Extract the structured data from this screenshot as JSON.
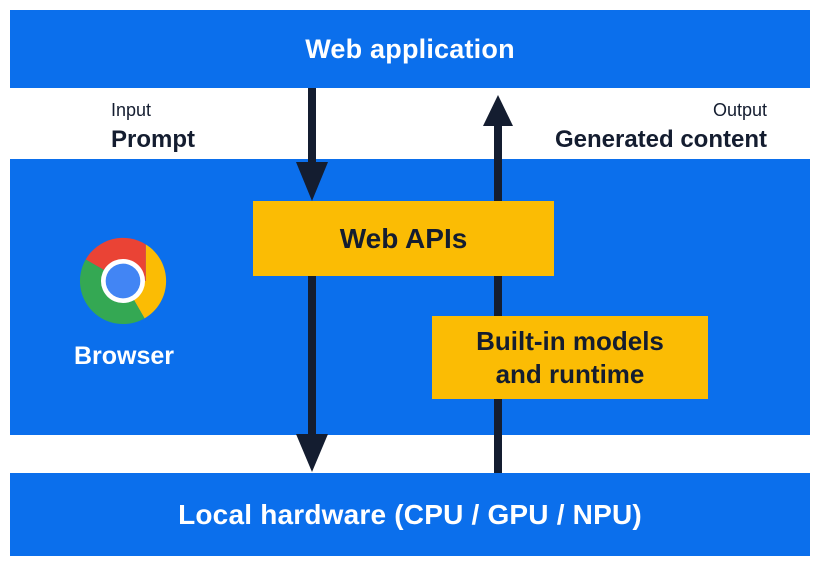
{
  "colors": {
    "band_blue": "#0b6fec",
    "box_yellow": "#fbbc04",
    "ink_navy": "#141d30",
    "text_white": "#ffffff",
    "chrome_red": "#ea4335",
    "chrome_yellow": "#fbbc04",
    "chrome_green": "#34a853",
    "chrome_blue": "#4285f4"
  },
  "top_band": {
    "label": "Web application"
  },
  "io_labels": {
    "input": {
      "caption": "Input",
      "value": "Prompt"
    },
    "output": {
      "caption": "Output",
      "value": "Generated content"
    }
  },
  "browser_band": {
    "label": "Browser",
    "web_apis_box": {
      "label": "Web APIs"
    },
    "builtin_box": {
      "line1": "Built-in models",
      "line2": "and runtime"
    }
  },
  "bottom_band": {
    "label": "Local hardware (CPU / GPU / NPU)"
  },
  "icons": {
    "browser": "chrome-logo"
  },
  "arrows": {
    "down_arrow": "web-application-to-local-hardware",
    "up_arrow": "local-hardware-to-web-application"
  }
}
